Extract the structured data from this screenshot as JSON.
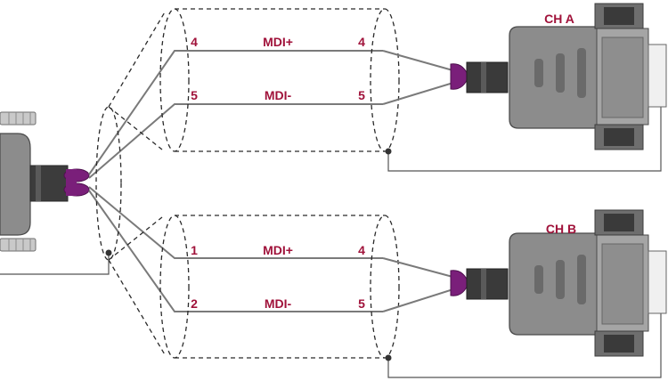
{
  "colors": {
    "label": "#a0123a",
    "connector_body": "#8c8c8c",
    "connector_dark": "#5f5f5f",
    "boot": "#7a1f7a",
    "wire": "#7a7a7a"
  },
  "channel_a": {
    "name": "CH A",
    "pair_plus": {
      "signal": "MDI+",
      "pin_left": "4",
      "pin_right": "4"
    },
    "pair_minus": {
      "signal": "MDI-",
      "pin_left": "5",
      "pin_right": "5"
    }
  },
  "channel_b": {
    "name": "CH B",
    "pair_plus": {
      "signal": "MDI+",
      "pin_left": "1",
      "pin_right": "4"
    },
    "pair_minus": {
      "signal": "MDI-",
      "pin_left": "2",
      "pin_right": "5"
    }
  },
  "icons": {
    "left_connector": "circular-connector-icon",
    "right_connector": "dsub-connector-icon"
  }
}
